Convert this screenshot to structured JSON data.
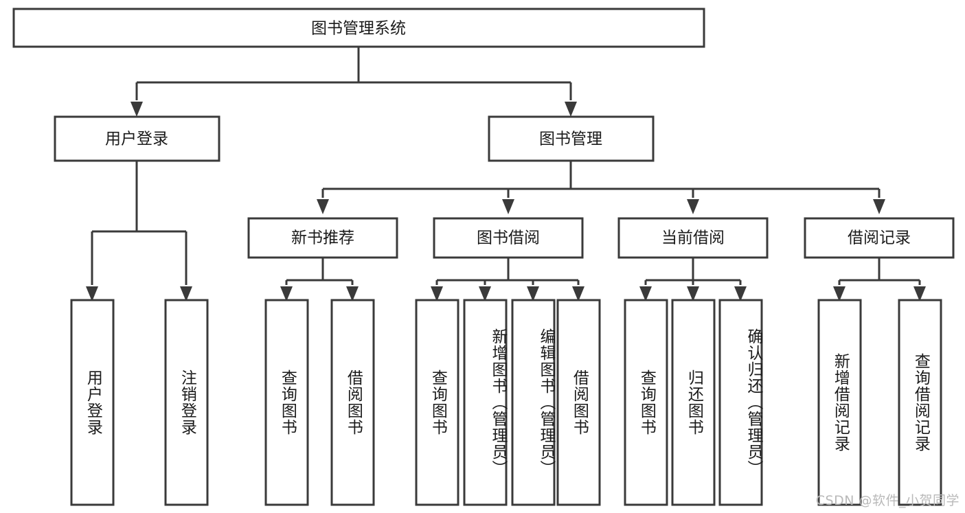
{
  "diagram": {
    "type": "tree-hierarchy",
    "title": "图书管理系统",
    "watermark": "CSDN @软件_小贺同学",
    "colors": {
      "background": "#ffffff",
      "box_stroke": "#3a3a3a",
      "box_fill": "#ffffff",
      "text": "#1a1a1a",
      "watermark": "#b9b9b9"
    },
    "levels": {
      "root": {
        "label": "图书管理系统"
      },
      "level1": [
        {
          "label": "用户登录"
        },
        {
          "label": "图书管理"
        }
      ],
      "level2": [
        {
          "label": "新书推荐"
        },
        {
          "label": "图书借阅"
        },
        {
          "label": "当前借阅"
        },
        {
          "label": "借阅记录"
        }
      ],
      "leaves": [
        {
          "label": "用户登录",
          "parent": "用户登录"
        },
        {
          "label": "注销登录",
          "parent": "用户登录"
        },
        {
          "label": "查询图书",
          "parent": "新书推荐"
        },
        {
          "label": "借阅图书",
          "parent": "新书推荐"
        },
        {
          "label": "查询图书",
          "parent": "图书借阅"
        },
        {
          "label": "新增图书（管理员）",
          "parent": "图书借阅"
        },
        {
          "label": "编辑图书（管理员）",
          "parent": "图书借阅"
        },
        {
          "label": "借阅图书",
          "parent": "图书借阅"
        },
        {
          "label": "查询图书",
          "parent": "当前借阅"
        },
        {
          "label": "归还图书",
          "parent": "当前借阅"
        },
        {
          "label": "确认归还（管理员）",
          "parent": "当前借阅"
        },
        {
          "label": "新增借阅记录",
          "parent": "借阅记录"
        },
        {
          "label": "查询借阅记录",
          "parent": "借阅记录"
        }
      ]
    }
  }
}
